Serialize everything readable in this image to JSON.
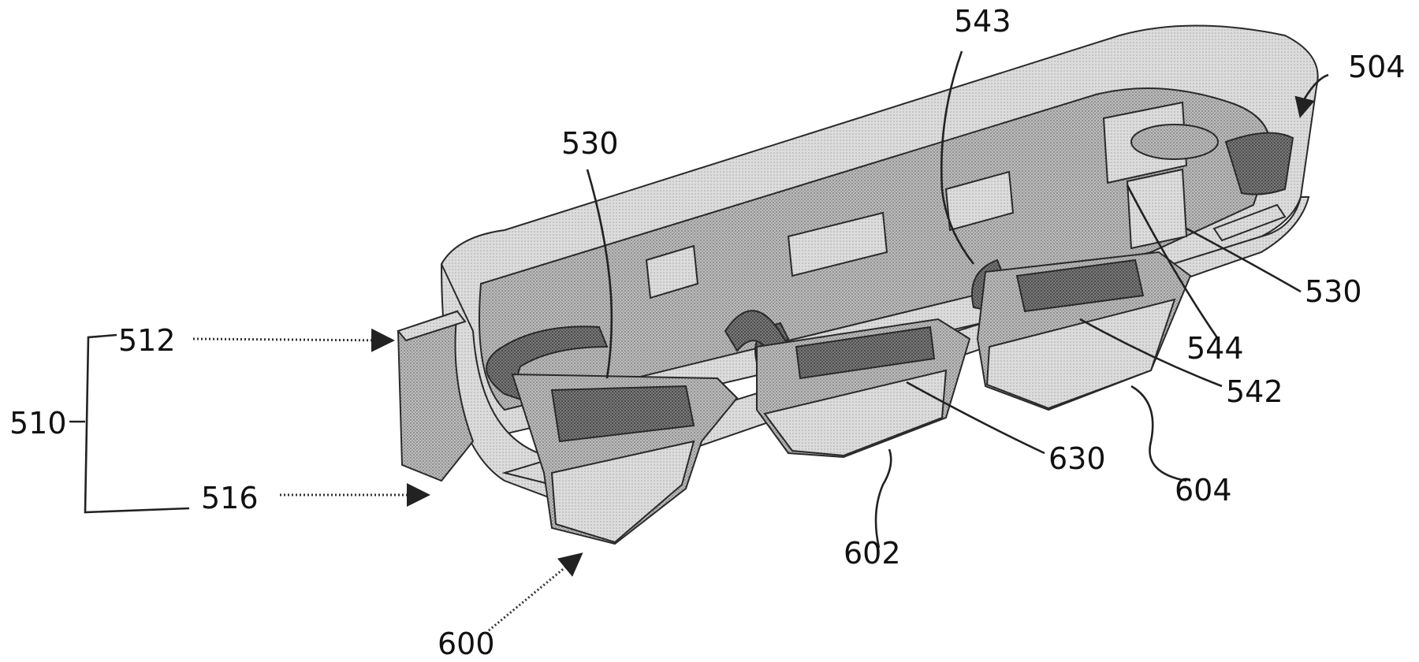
{
  "figure": {
    "labels": {
      "ref_504": "504",
      "ref_510": "510",
      "ref_512": "512",
      "ref_516": "516",
      "ref_530_left": "530",
      "ref_530_right": "530",
      "ref_542": "542",
      "ref_543": "543",
      "ref_544": "544",
      "ref_600": "600",
      "ref_602": "602",
      "ref_604": "604",
      "ref_630": "630"
    }
  }
}
